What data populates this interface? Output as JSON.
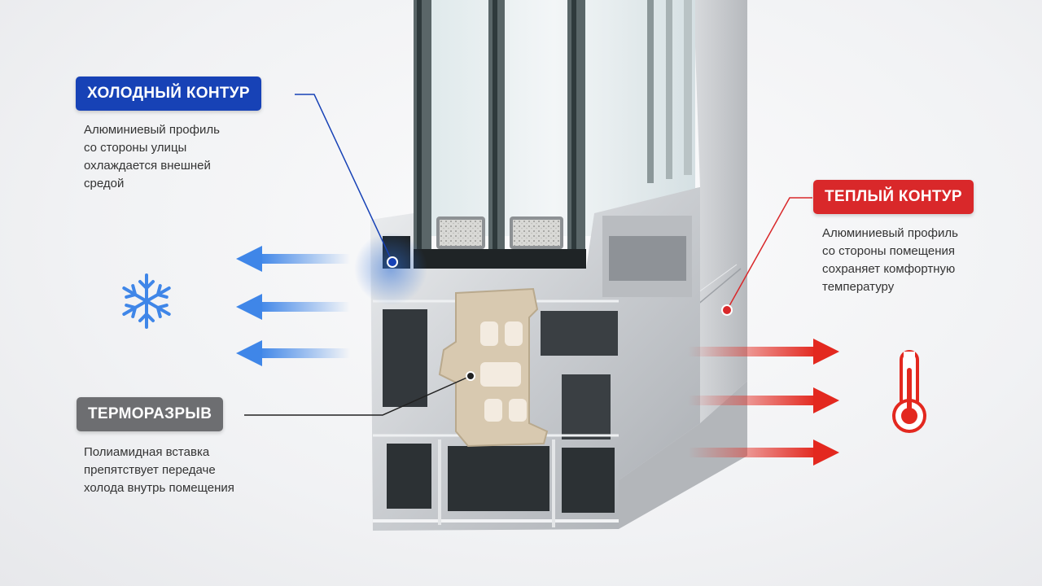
{
  "labels": {
    "cold": {
      "title": "ХОЛОДНЫЙ КОНТУР",
      "lines": [
        "Алюминиевый профиль",
        "со стороны улицы",
        "охлаждается внешней",
        "средой"
      ]
    },
    "warm": {
      "title": "ТЕПЛЫЙ КОНТУР",
      "lines": [
        "Алюминиевый профиль",
        "со стороны помещения",
        "сохраняет комфортную",
        "температуру"
      ]
    },
    "thermal_break": {
      "title": "ТЕРМОРАЗРЫВ",
      "lines": [
        "Полиамидная вставка",
        "препятствует передаче",
        "холода внутрь помещения"
      ]
    }
  },
  "icons": {
    "cold_side": "snowflake-icon",
    "warm_side": "thermometer-icon"
  },
  "colors": {
    "cold": "#1742b6",
    "warm": "#d9282a",
    "thermal_break": "#6d6e71",
    "cold_arrow": "#3f86e8",
    "warm_arrow": "#e3281f",
    "polyamide": "#d8c9b0"
  }
}
